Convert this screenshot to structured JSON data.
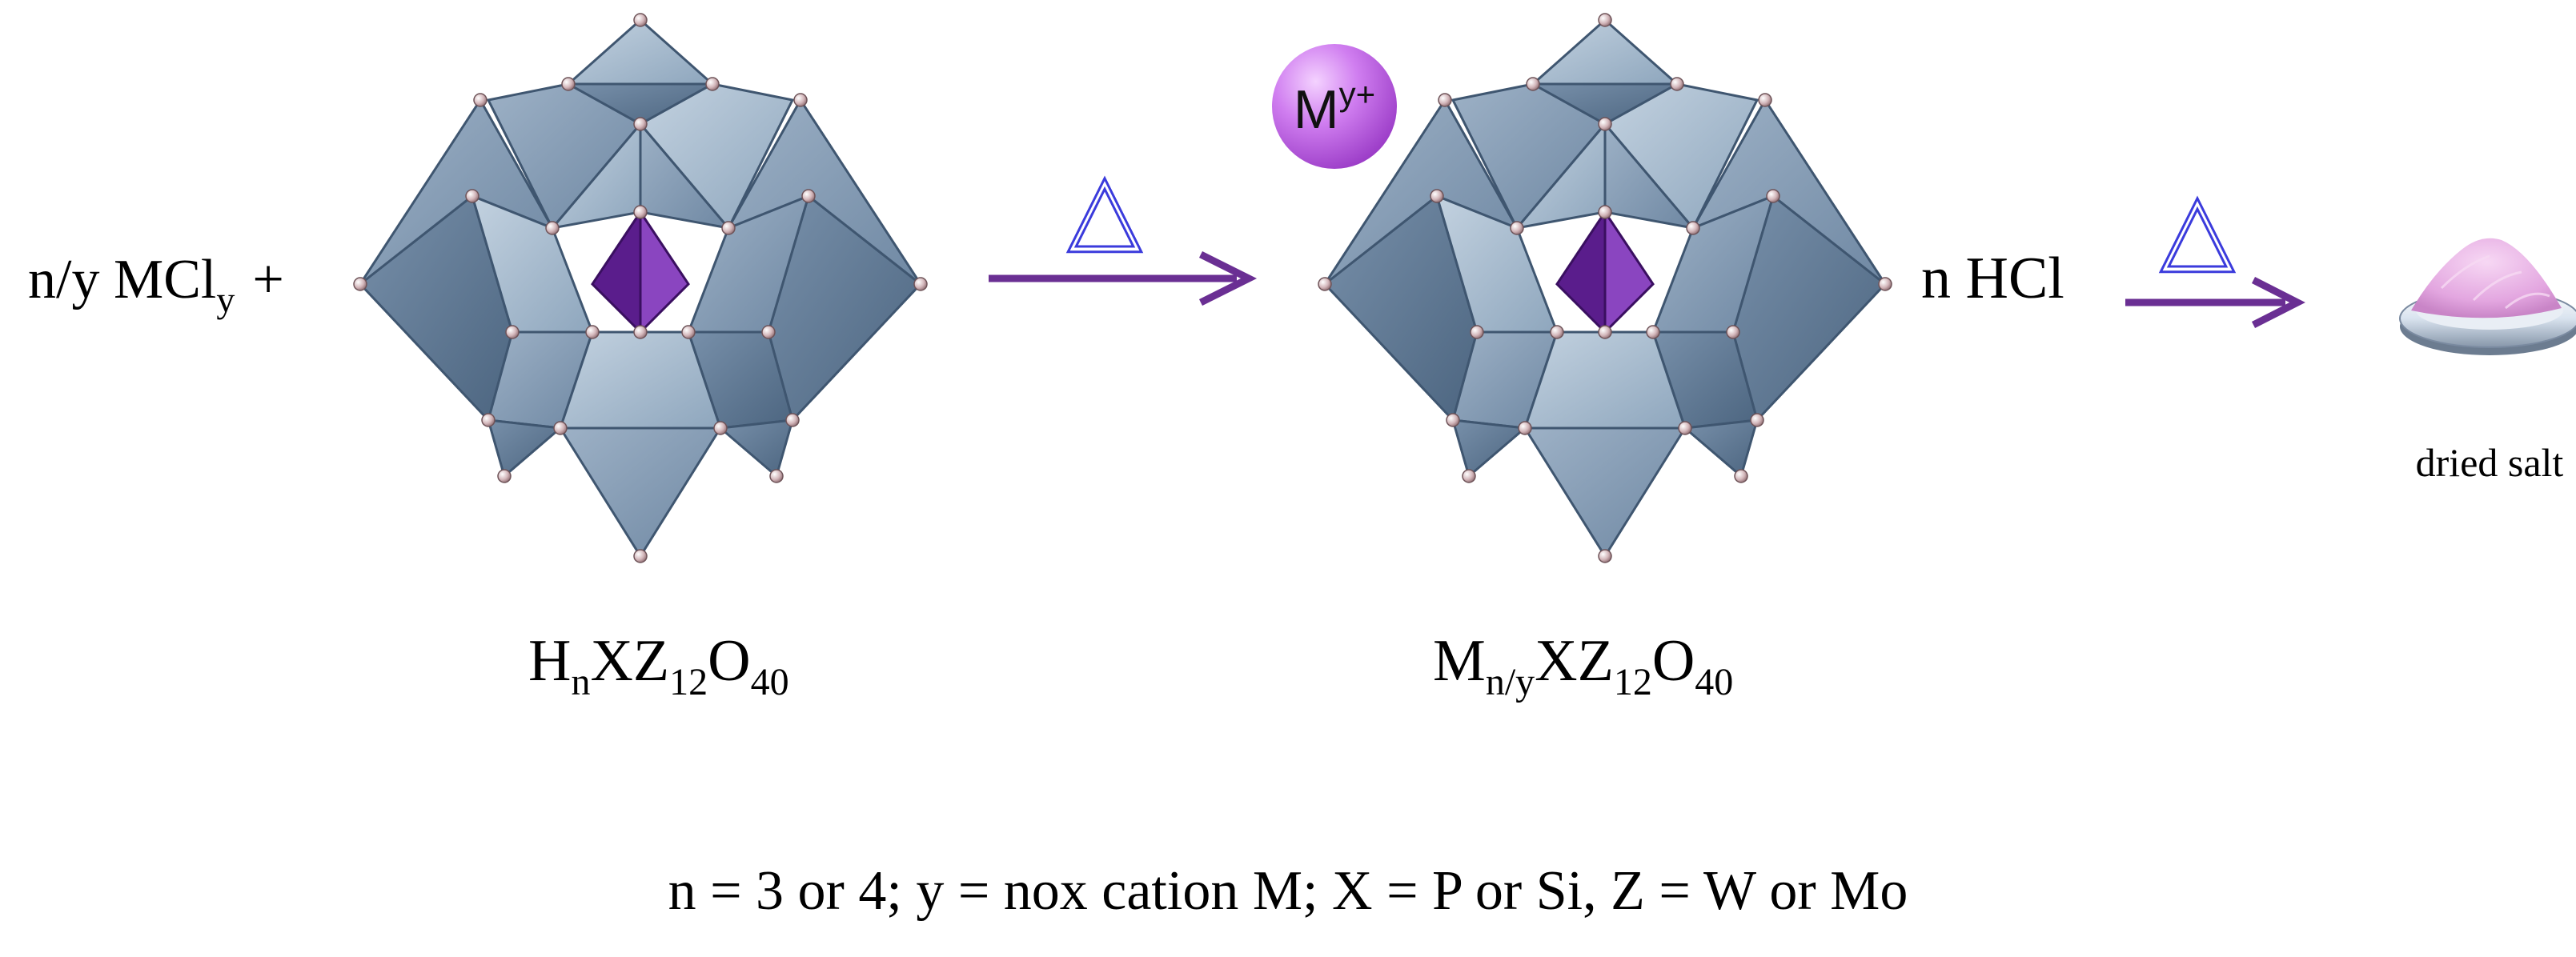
{
  "reactant": {
    "prefix": "n/y MCl",
    "subscript": "y",
    "plus": "+"
  },
  "product_acid": {
    "base": "n HCl"
  },
  "cation_badge": {
    "symbol": "M",
    "charge": "y+"
  },
  "heat_symbol": "△",
  "formula_acid": {
    "h": "H",
    "h_sub": "n",
    "xz": "XZ",
    "xz_sub": "12",
    "o": "O",
    "o_sub": "40"
  },
  "formula_salt": {
    "m": "M",
    "m_sub": "n/y",
    "xz": "XZ",
    "xz_sub": "12",
    "o": "O",
    "o_sub": "40"
  },
  "dried_salt_label": "dried salt",
  "caption": "n = 3 or 4; y = nox cation M; X = P or Si, Z = W or Mo",
  "colors": {
    "polyhedron": "#7b95ad",
    "polyhedron_light": "#aec0d2",
    "polyhedron_dark": "#4f6883",
    "core": "#6b2ca0",
    "arrow": "#6a2f93",
    "heat_triangle": "#3b3bdc",
    "vertex": "#c9a9ad",
    "badge": "#c86ee6",
    "powder": "#e6b0e4"
  }
}
